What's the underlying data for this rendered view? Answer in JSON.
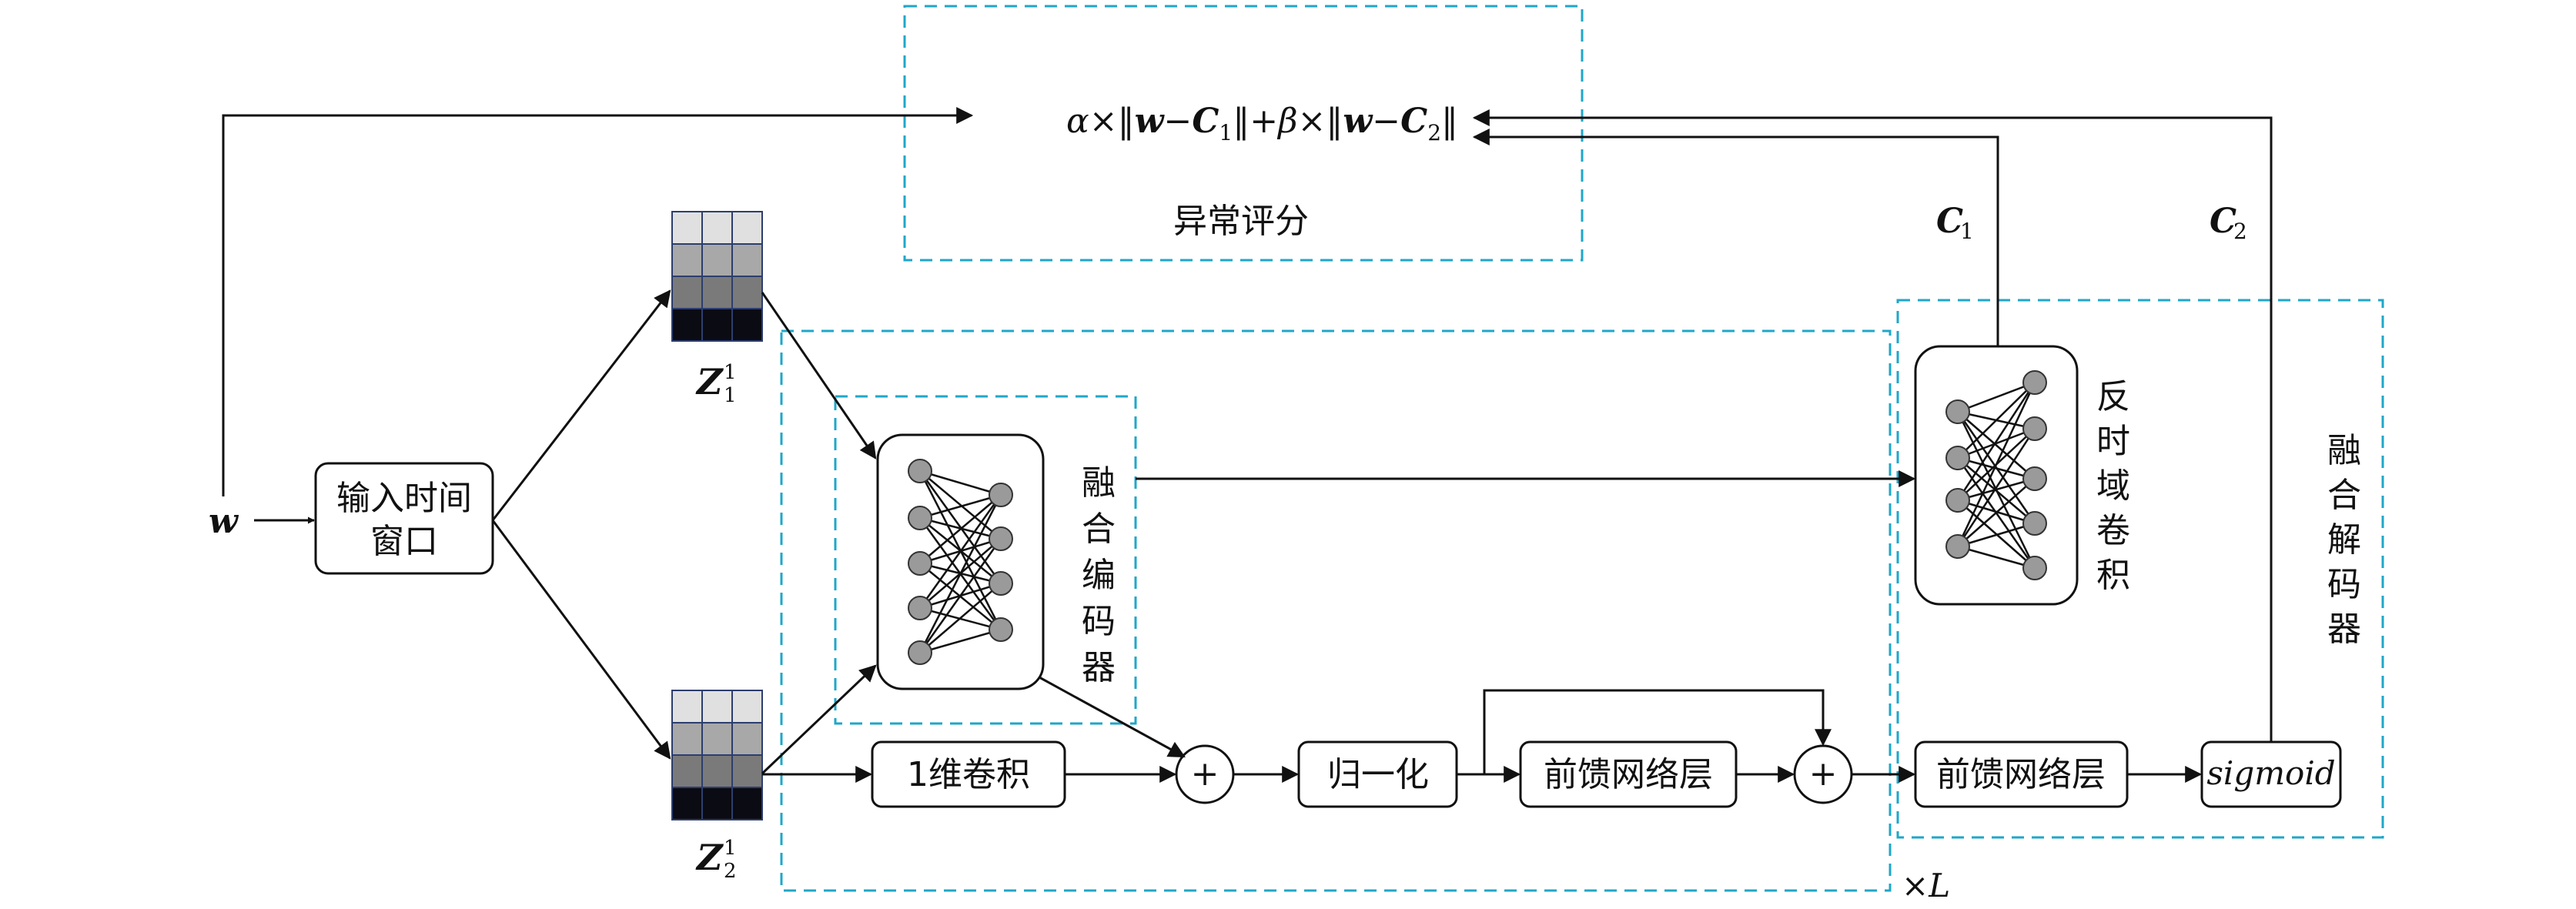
{
  "formula": {
    "alpha": "α",
    "times1": "×",
    "norm_open1": "‖",
    "w1": "w",
    "minus1": "−",
    "c1": "C",
    "c1_sub": "1",
    "norm_close1": "‖",
    "plus": "+",
    "beta": "β",
    "times2": "×",
    "norm_open2": "‖",
    "w2": "w",
    "minus2": "−",
    "c2": "C",
    "c2_sub": "2",
    "norm_close2": "‖"
  },
  "labels": {
    "anomaly_score": "异常评分",
    "input_w": "w",
    "input_window_line1": "输入时间",
    "input_window_line2": "窗口",
    "z1_main": "Z",
    "z1_sup": "1",
    "z1_sub": "1",
    "z2_main": "Z",
    "z2_sup": "1",
    "z2_sub": "2",
    "fusion_encoder": [
      "融",
      "合",
      "编",
      "码",
      "器"
    ],
    "conv1d": "1维卷积",
    "normalize": "归一化",
    "feedforward1": "前馈网络层",
    "feedforward2": "前馈网络层",
    "sigmoid": "sigmoid",
    "plus_symbol": "+",
    "inverse_conv": [
      "反",
      "时",
      "域",
      "卷",
      "积"
    ],
    "fusion_decoder": [
      "融",
      "合",
      "解",
      "码",
      "器"
    ],
    "c1_main": "C",
    "c1_sub": "1",
    "c2_main": "C",
    "c2_sub": "2",
    "times_l": "×",
    "l": "L"
  },
  "colors": {
    "dashed_frame": "#1fa7c9",
    "stroke": "#111111",
    "neuron": "#9a9a9a",
    "grid_border": "#2d3e6e",
    "grid_rows": [
      "#e0e0e0",
      "#a8a8a8",
      "#7a7a7a",
      "#0b0b14"
    ]
  }
}
